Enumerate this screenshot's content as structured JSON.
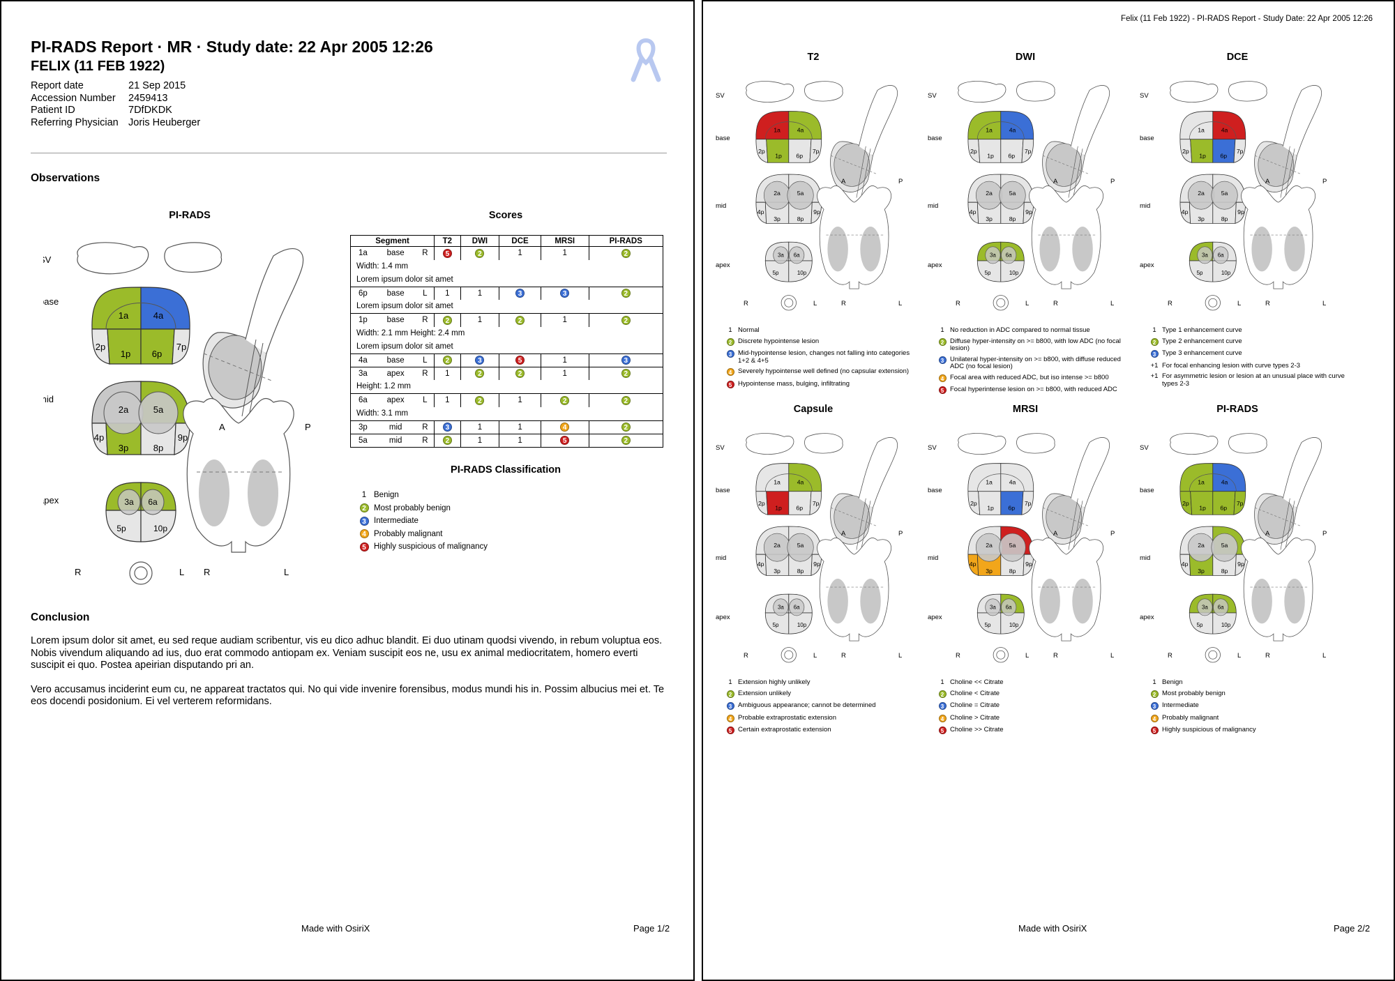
{
  "colors": {
    "1": "#e6e6e6",
    "2": "#9bbb2a",
    "3": "#3b6fd6",
    "4": "#f2a61a",
    "5": "#cf1f1f",
    "gray": "#c8c8c8"
  },
  "page1": {
    "title": "PI-RADS Report · MR · Study date: 22 Apr 2005 12:26",
    "patient": "FELIX (11 FEB 1922)",
    "fields": [
      {
        "label": "Report date",
        "value": "21 Sep 2015"
      },
      {
        "label": "Accession Number",
        "value": "2459413"
      },
      {
        "label": "Patient ID",
        "value": "7DfDKDK"
      },
      {
        "label": "Referring Physician",
        "value": "Joris Heuberger"
      }
    ],
    "observations": "Observations",
    "pirads_heading": "PI-RADS",
    "scores_heading": "Scores",
    "table_headers": [
      "Segment",
      "T2",
      "DWI",
      "DCE",
      "MRSI",
      "PI-RADS"
    ],
    "rows": [
      {
        "seg": "1a",
        "loc": "base",
        "side": "R",
        "t2": 5,
        "dwi": 2,
        "dce": 1,
        "mrsi": 1,
        "pirads": 2,
        "extra": [
          "Width: 1.4 mm",
          "Lorem ipsum dolor sit amet"
        ]
      },
      {
        "seg": "6p",
        "loc": "base",
        "side": "L",
        "t2": 1,
        "dwi": 1,
        "dce": 3,
        "mrsi": 3,
        "pirads": 2,
        "extra": [
          "Lorem ipsum dolor sit amet"
        ]
      },
      {
        "seg": "1p",
        "loc": "base",
        "side": "R",
        "t2": 2,
        "dwi": 1,
        "dce": 2,
        "mrsi": 1,
        "pirads": 2,
        "extra": [
          "Width: 2.1 mm Height: 2.4 mm",
          "Lorem ipsum dolor sit amet"
        ]
      },
      {
        "seg": "4a",
        "loc": "base",
        "side": "L",
        "t2": 2,
        "dwi": 3,
        "dce": 5,
        "mrsi": 1,
        "pirads": 3,
        "extra": []
      },
      {
        "seg": "3a",
        "loc": "apex",
        "side": "R",
        "t2": 1,
        "dwi": 2,
        "dce": 2,
        "mrsi": 1,
        "pirads": 2,
        "extra": [
          "Height: 1.2 mm"
        ]
      },
      {
        "seg": "6a",
        "loc": "apex",
        "side": "L",
        "t2": 1,
        "dwi": 2,
        "dce": 1,
        "mrsi": 2,
        "pirads": 2,
        "extra": [
          "Width: 3.1 mm"
        ]
      },
      {
        "seg": "3p",
        "loc": "mid",
        "side": "R",
        "t2": 3,
        "dwi": 1,
        "dce": 1,
        "mrsi": 4,
        "pirads": 2,
        "extra": []
      },
      {
        "seg": "5a",
        "loc": "mid",
        "side": "R",
        "t2": 2,
        "dwi": 1,
        "dce": 1,
        "mrsi": 5,
        "pirads": 2,
        "extra": []
      }
    ],
    "classification_heading": "PI-RADS Classification",
    "classification": [
      {
        "score": 1,
        "text": "Benign"
      },
      {
        "score": 2,
        "text": "Most probably benign"
      },
      {
        "score": 3,
        "text": "Intermediate"
      },
      {
        "score": 4,
        "text": "Probably malignant"
      },
      {
        "score": 5,
        "text": "Highly suspicious of malignancy"
      }
    ],
    "conclusion_heading": "Conclusion",
    "conclusion": [
      "Lorem ipsum dolor sit amet, eu sed reque audiam scribentur, vis eu dico adhuc blandit. Ei duo utinam quodsi vivendo, in rebum voluptua eos. Nobis vivendum aliquando ad ius, duo erat commodo antiopam ex. Veniam suscipit eos ne, usu ex animal mediocritatem, homero everti suscipit ei quo. Postea apeirian disputando pri an.",
      "Vero accusamus inciderint eum cu, ne appareat tractatos qui. No qui vide invenire forensibus, modus mundi his in. Possim albucius mei et. Te eos docendi posidonium. Ei vel verterem reformidans."
    ],
    "footer": "Made with OsiriX",
    "page": "Page 1/2"
  },
  "page2": {
    "header": "Felix (11 Feb 1922) - PI-RADS Report - Study Date: 22 Apr 2005 12:26",
    "panels": [
      {
        "title": "T2",
        "legend": [
          {
            "m": "1",
            "t": "Normal"
          },
          {
            "m": "2",
            "t": "Discrete hypointense lesion"
          },
          {
            "m": "3",
            "t": "Mid-hypointense lesion, changes not falling into categories 1+2 & 4+5"
          },
          {
            "m": "4",
            "t": "Severely hypointense well defined (no capsular extension)"
          },
          {
            "m": "5",
            "t": "Hypointense mass, bulging, infiltrating"
          }
        ]
      },
      {
        "title": "DWI",
        "legend": [
          {
            "m": "1",
            "t": "No reduction in ADC compared to normal tissue"
          },
          {
            "m": "2",
            "t": "Diffuse hyper-intensity on >= b800, with low ADC (no focal lesion)"
          },
          {
            "m": "3",
            "t": "Unilateral hyper-intensity on >= b800, with diffuse reduced ADC (no focal lesion)"
          },
          {
            "m": "4",
            "t": "Focal area with reduced ADC, but iso intense >= b800"
          },
          {
            "m": "5",
            "t": "Focal hyperintense lesion on >= b800, with reduced ADC"
          }
        ]
      },
      {
        "title": "DCE",
        "legend": [
          {
            "m": "1",
            "t": "Type 1 enhancement curve"
          },
          {
            "m": "2",
            "t": "Type 2 enhancement curve"
          },
          {
            "m": "3",
            "t": "Type 3 enhancement curve"
          },
          {
            "m": "+1",
            "t": "For focal enhancing lesion with curve types 2-3"
          },
          {
            "m": "+1",
            "t": "For asymmetric lesion or lesion at an unusual place with curve types 2-3"
          }
        ]
      },
      {
        "title": "Capsule",
        "legend": [
          {
            "m": "1",
            "t": "Extension highly unlikely"
          },
          {
            "m": "2",
            "t": "Extension unlikely"
          },
          {
            "m": "3",
            "t": "Ambiguous appearance; cannot be determined"
          },
          {
            "m": "4",
            "t": "Probable extraprostatic extension"
          },
          {
            "m": "5",
            "t": "Certain extraprostatic extension"
          }
        ]
      },
      {
        "title": "MRSI",
        "legend": [
          {
            "m": "1",
            "t": "Choline << Citrate"
          },
          {
            "m": "2",
            "t": "Choline < Citrate"
          },
          {
            "m": "3",
            "t": "Choline = Citrate"
          },
          {
            "m": "4",
            "t": "Choline > Citrate"
          },
          {
            "m": "5",
            "t": "Choline >> Citrate"
          }
        ]
      },
      {
        "title": "PI-RADS",
        "legend": [
          {
            "m": "1",
            "t": "Benign"
          },
          {
            "m": "2",
            "t": "Most probably benign"
          },
          {
            "m": "3",
            "t": "Intermediate"
          },
          {
            "m": "4",
            "t": "Probably malignant"
          },
          {
            "m": "5",
            "t": "Highly suspicious of malignancy"
          }
        ]
      }
    ],
    "footer": "Made with OsiriX",
    "page": "Page 2/2"
  },
  "maps": {
    "big": {
      "1a": 2,
      "4a": 3,
      "1p": 2,
      "6p": 2,
      "2p": 1,
      "7p": 1,
      "2a": "gray",
      "5a": 2,
      "4p": 1,
      "3p": 2,
      "8p": 1,
      "9p": 1,
      "3a": 2,
      "6a": 2,
      "5p": 1,
      "10p": 1
    },
    "T2": {
      "1a": 5,
      "4a": 2,
      "1p": 2
    },
    "DWI": {
      "1a": 2,
      "4a": 3,
      "3a": 2,
      "6a": 2
    },
    "DCE": {
      "4a": 5,
      "1p": 2,
      "6p": 3,
      "3a": 2
    },
    "Capsule": {
      "4a": 2,
      "1p": 5
    },
    "MRSI": {
      "6p": 3,
      "5a": 5,
      "4p": 4,
      "3p": 4,
      "6a": 2
    },
    "PI-RADS": {
      "1a": 2,
      "4a": 3,
      "2p": 2,
      "1p": 2,
      "6p": 2,
      "7p": 2,
      "5a": 2,
      "3p": 2,
      "3a": 2,
      "6a": 2
    }
  },
  "labels": {
    "sv": "SV",
    "base": "base",
    "mid": "mid",
    "apex": "apex",
    "r": "R",
    "l": "L",
    "a": "A",
    "p": "P"
  }
}
